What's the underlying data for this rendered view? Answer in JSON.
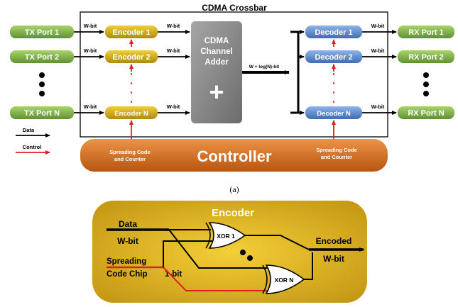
{
  "crossbar": {
    "title": "CDMA Crossbar",
    "adder_line1": "CDMA",
    "adder_line2": "Channel",
    "adder_line3": "Adder",
    "adder_symbol": "+",
    "bus_label": "W + log(N)-bit"
  },
  "tx_ports": [
    "TX Port 1",
    "TX Port 2",
    "TX Port N"
  ],
  "rx_ports": [
    "RX Port 1",
    "RX Port 2",
    "RX Port N"
  ],
  "encoders": [
    "Encoder 1",
    "Encoder 2",
    "Encoder N"
  ],
  "decoders": [
    "Decoder 1",
    "Decoder 2",
    "Decoder N"
  ],
  "wbit": "W-bit",
  "legend": {
    "data": "Data",
    "control": "Control"
  },
  "controller": {
    "label": "Controller",
    "left_note_line1": "Spreading Code",
    "left_note_line2": "and Counter",
    "right_note_line1": "Spreading Code",
    "right_note_line2": "and Counter"
  },
  "caption": "(a)",
  "encoder_detail": {
    "title": "Encoder",
    "data_label": "Data",
    "data_width": "W-bit",
    "code_line1": "Spreading",
    "code_line2": "Code Chip",
    "code_width": "1-bit",
    "xor1": "XOR 1",
    "xorN": "XOR N",
    "out_label": "Encoded",
    "out_width": "W-bit"
  },
  "colors": {
    "port_green": "#7cae45",
    "encoder_gold": "#c9a516",
    "decoder_blue": "#5a86c8",
    "controller_orange": "#d36a1e",
    "adder_gray": "#8a8a8a",
    "control_red": "#e02020",
    "encoder_panel": "#d4aa18"
  }
}
